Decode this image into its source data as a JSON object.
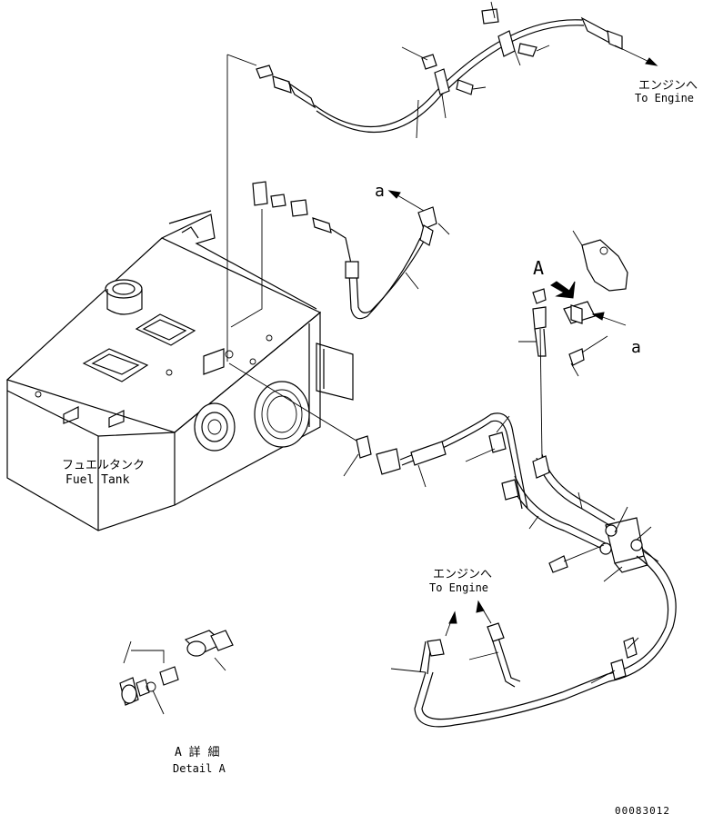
{
  "labels": {
    "to_engine_top_jp": "エンジンへ",
    "to_engine_top_en": "To Engine",
    "to_engine_mid_jp": "エンジンへ",
    "to_engine_mid_en": "To Engine",
    "fuel_tank_jp": "フュエルタンク",
    "fuel_tank_en": "Fuel Tank",
    "detail_letter_a": "A",
    "detail_a_jp": "A 詳 細",
    "detail_a_en": "Detail A",
    "callout_a_upper": "a",
    "callout_a_right": "a",
    "drawing_number": "00083012"
  }
}
